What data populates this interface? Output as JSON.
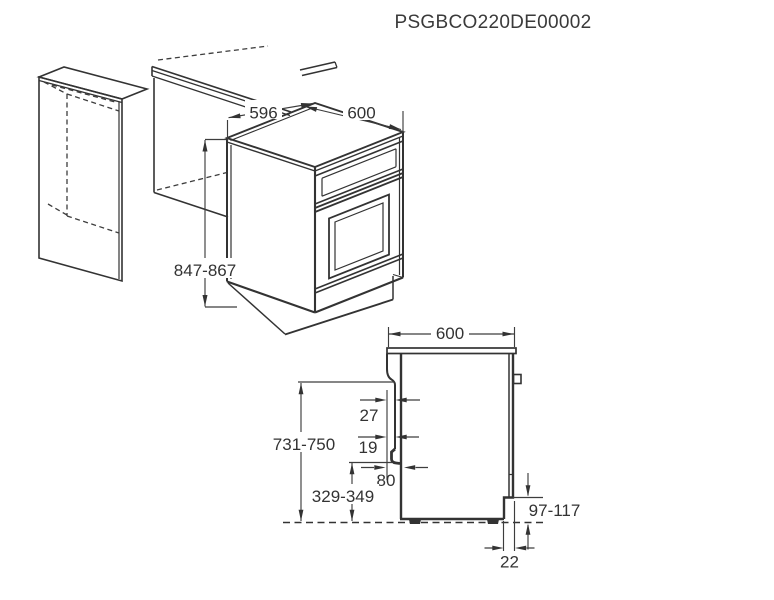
{
  "title": "PSGBCO220DE00002",
  "isometric_view": {
    "dims": {
      "width": "596",
      "depth": "600",
      "height": "847-867"
    }
  },
  "side_view": {
    "dims": {
      "depth": "600",
      "front_offset_upper": "27",
      "front_offset_lower": "19",
      "front_protrusion": "80",
      "height_door_top": "731-750",
      "height_drawer_top": "329-349",
      "rear_recess_height": "97-117",
      "rear_recess_depth": "22"
    }
  },
  "colors": {
    "line": "#333333",
    "background": "#ffffff"
  }
}
